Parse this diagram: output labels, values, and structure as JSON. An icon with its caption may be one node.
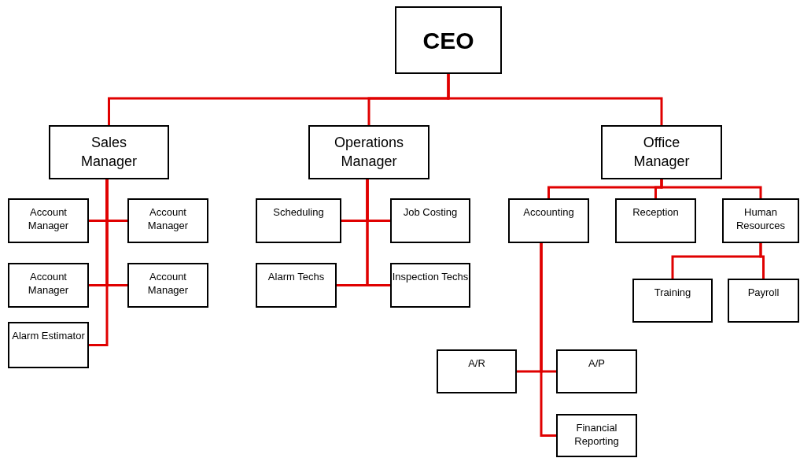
{
  "diagram": {
    "nodes": [
      {
        "text": [
          "CEO"
        ]
      },
      {
        "text": [
          "Sales Manager"
        ]
      },
      {
        "text": [
          "Operations Manager"
        ]
      },
      {
        "text": [
          "Office Manager"
        ]
      },
      {
        "text": [
          "Account Manager"
        ]
      },
      {
        "text": [
          "Account Manager"
        ]
      },
      {
        "text": [
          "Account Manager"
        ]
      },
      {
        "text": [
          "Account Manager"
        ]
      },
      {
        "text": [
          "Alarm Estimator"
        ]
      },
      {
        "text": [
          "Scheduling"
        ]
      },
      {
        "text": [
          "Job Costing"
        ]
      },
      {
        "text": [
          "Alarm Techs"
        ]
      },
      {
        "text": [
          "Inspection Techs"
        ]
      },
      {
        "text": [
          "Accounting"
        ]
      },
      {
        "text": [
          "Reception"
        ]
      },
      {
        "text": [
          "Human Resources"
        ]
      },
      {
        "text": [
          "Training"
        ]
      },
      {
        "text": [
          "Payroll"
        ]
      },
      {
        "text": [
          "A/R"
        ]
      },
      {
        "text": [
          "A/P"
        ]
      },
      {
        "text": [
          "Financial Reporting"
        ]
      }
    ],
    "edges": [
      {
        "from": 0,
        "to": 1,
        "arrow": "none"
      },
      {
        "from": 0,
        "to": 2,
        "arrow": "none"
      },
      {
        "from": 0,
        "to": 3,
        "arrow": "none"
      },
      {
        "from": 1,
        "to": 4,
        "arrow": "none"
      },
      {
        "from": 1,
        "to": 5,
        "arrow": "none"
      },
      {
        "from": 1,
        "to": 6,
        "arrow": "none"
      },
      {
        "from": 1,
        "to": 7,
        "arrow": "none"
      },
      {
        "from": 1,
        "to": 8,
        "arrow": "none"
      },
      {
        "from": 2,
        "to": 9,
        "arrow": "none"
      },
      {
        "from": 2,
        "to": 10,
        "arrow": "none"
      },
      {
        "from": 2,
        "to": 11,
        "arrow": "none"
      },
      {
        "from": 2,
        "to": 12,
        "arrow": "none"
      },
      {
        "from": 3,
        "to": 13,
        "arrow": "none"
      },
      {
        "from": 3,
        "to": 14,
        "arrow": "none"
      },
      {
        "from": 3,
        "to": 15,
        "arrow": "none"
      },
      {
        "from": 15,
        "to": 16,
        "arrow": "none"
      },
      {
        "from": 15,
        "to": 17,
        "arrow": "none"
      },
      {
        "from": 13,
        "to": 18,
        "arrow": "none"
      },
      {
        "from": 13,
        "to": 19,
        "arrow": "none"
      },
      {
        "from": 13,
        "to": 20,
        "arrow": "none"
      }
    ]
  }
}
